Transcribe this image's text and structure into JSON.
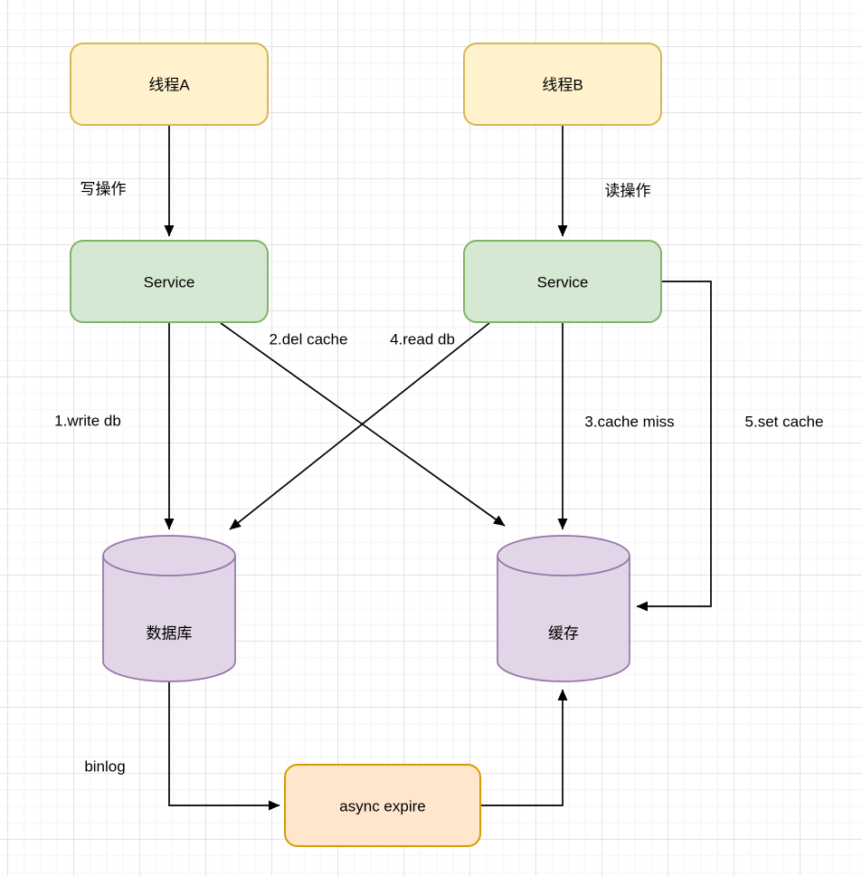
{
  "diagram": {
    "type": "flowchart",
    "description_visible_content_only": "cache-database consistency flow diagram on grid background",
    "nodes": {
      "thread_a": {
        "label": "线程A",
        "shape": "rounded-rect"
      },
      "thread_b": {
        "label": "线程B",
        "shape": "rounded-rect"
      },
      "service_left": {
        "label": "Service",
        "shape": "rounded-rect"
      },
      "service_right": {
        "label": "Service",
        "shape": "rounded-rect"
      },
      "database": {
        "label": "数据库",
        "shape": "cylinder"
      },
      "cache": {
        "label": "缓存",
        "shape": "cylinder"
      },
      "async_expire": {
        "label": "async expire",
        "shape": "rounded-rect"
      }
    },
    "edges": [
      {
        "from": "thread_a",
        "to": "service_left",
        "label": "写操作"
      },
      {
        "from": "thread_b",
        "to": "service_right",
        "label": "读操作"
      },
      {
        "from": "service_left",
        "to": "database",
        "label": "1.write db"
      },
      {
        "from": "service_left",
        "to": "cache",
        "label": "2.del cache"
      },
      {
        "from": "service_right",
        "to": "cache",
        "label": "3.cache miss"
      },
      {
        "from": "service_right",
        "to": "database",
        "label": "4.read db"
      },
      {
        "from": "service_right",
        "to": "cache",
        "label": "5.set cache"
      },
      {
        "from": "database",
        "to": "async_expire",
        "label": "binlog"
      },
      {
        "from": "async_expire",
        "to": "cache",
        "label": ""
      }
    ],
    "colors": {
      "thread_fill": "#FFF2CC",
      "thread_stroke": "#D6B656",
      "service_fill": "#D5E8D4",
      "service_stroke": "#82B366",
      "store_fill": "#E1D5E7",
      "store_stroke": "#9673A6",
      "async_fill": "#FFE6CC",
      "async_stroke": "#D79B00",
      "edge_stroke": "#000000",
      "text": "#000000"
    }
  }
}
